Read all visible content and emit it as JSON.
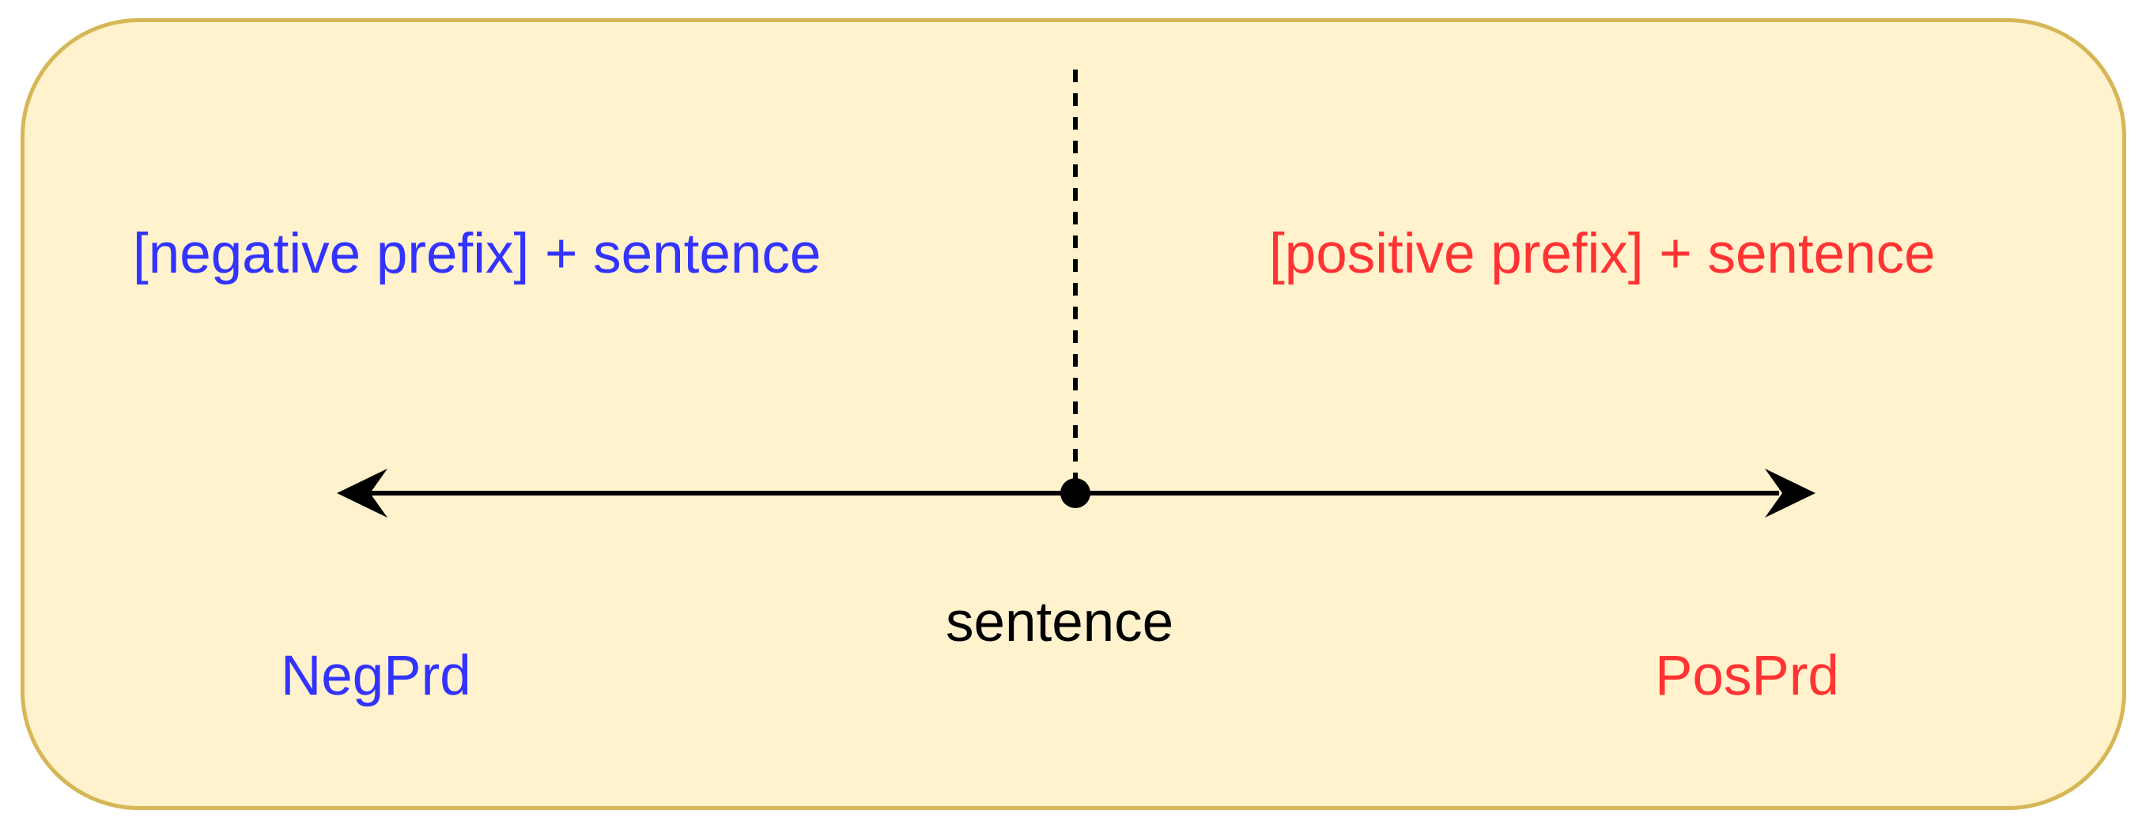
{
  "diagram": {
    "neg_prefix_text": "[negative prefix] + sentence",
    "pos_prefix_text": "[positive prefix] + sentence",
    "center_text": "sentence",
    "neg_end_text": "NegPrd",
    "pos_end_text": "PosPrd"
  },
  "colors": {
    "panel_fill": "#fff2cc",
    "panel_border": "#d6b656",
    "negative": "#3333ff",
    "positive": "#ff3333",
    "axis": "#000000"
  }
}
